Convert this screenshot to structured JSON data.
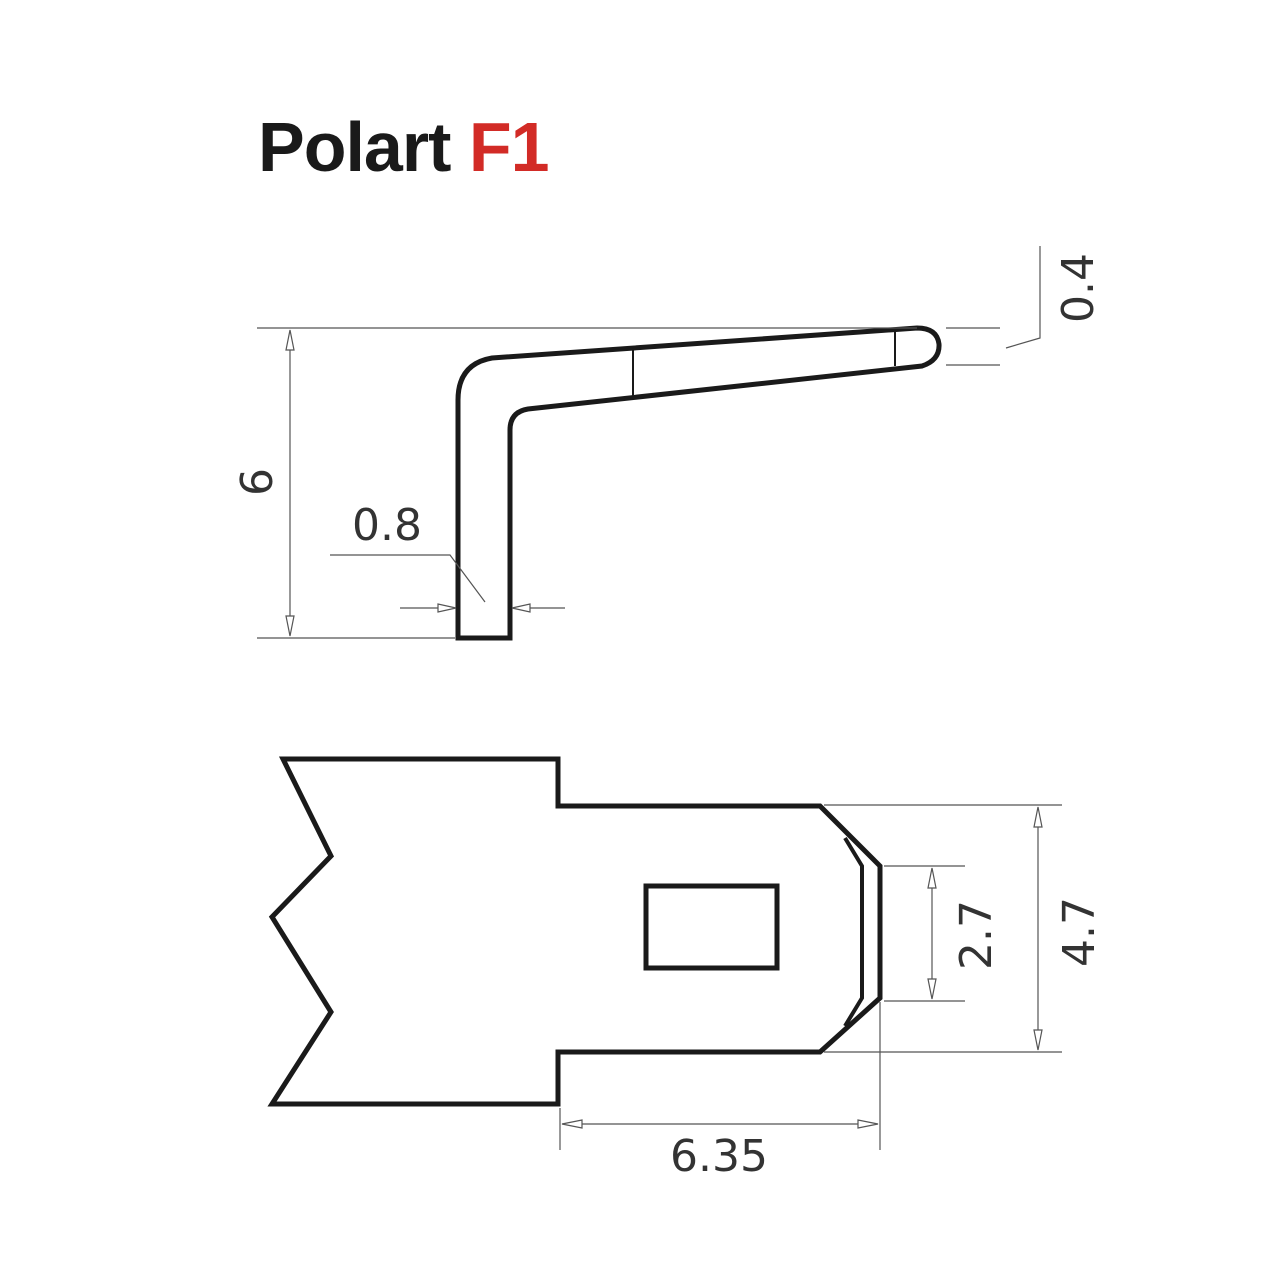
{
  "title": {
    "brand": "Polart",
    "model": "F1"
  },
  "colors": {
    "brand": "#1a1a1a",
    "model": "#d22b26",
    "line": "#1a1a1a",
    "dimension": "#555555"
  },
  "dimensions": {
    "height": "6",
    "tip_thickness": "0.4",
    "material_thickness": "0.8",
    "hole_width": "2.7",
    "tab_width": "4.7",
    "tab_length": "6.35"
  }
}
